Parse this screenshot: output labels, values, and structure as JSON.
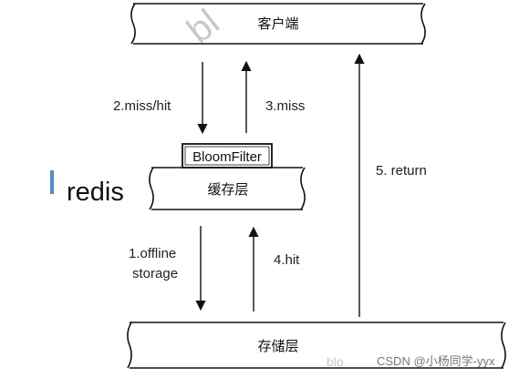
{
  "boxes": {
    "client": "客户端",
    "cache": "缓存层",
    "storage": "存储层"
  },
  "filter_label": "BloomFilter",
  "side_label": "redis",
  "arrows": {
    "miss_hit": "2.miss/hit",
    "miss": "3.miss",
    "offline_line1": "1.offline",
    "offline_line2": "storage",
    "hit": "4.hit",
    "return": "5. return"
  },
  "watermark": {
    "top": "bl",
    "bottom": "blo",
    "credit": "CSDN @小杨同学-yyx"
  },
  "colors": {
    "line": "#111111",
    "accent": "#4a90d9"
  }
}
